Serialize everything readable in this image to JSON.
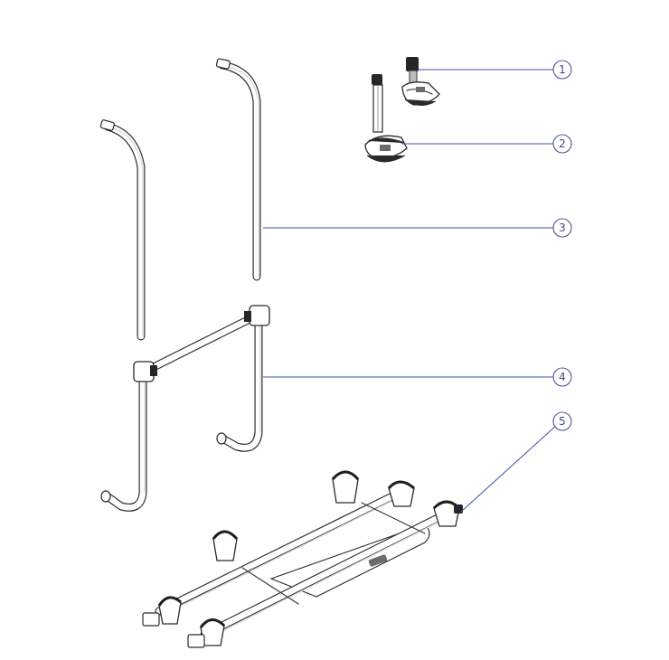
{
  "callouts": [
    {
      "number": "1"
    },
    {
      "number": "2"
    },
    {
      "number": "3"
    },
    {
      "number": "4"
    },
    {
      "number": "5"
    }
  ],
  "colors": {
    "line": "#2f2f2f",
    "leader": "#3b53a3",
    "callout_text": "#3b4a86",
    "background": "#ffffff"
  }
}
